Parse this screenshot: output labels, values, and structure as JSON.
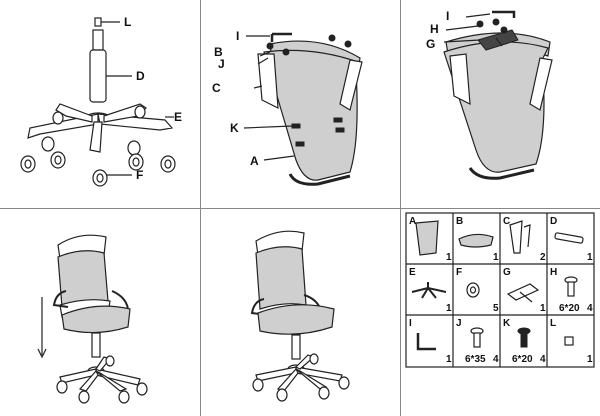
{
  "step1": {
    "labels": {
      "L": "L",
      "D": "D",
      "E": "E",
      "F": "F"
    }
  },
  "step2": {
    "labels": {
      "I": "I",
      "B": "B",
      "J": "J",
      "C": "C",
      "K": "K",
      "A": "A"
    }
  },
  "step3": {
    "labels": {
      "I": "I",
      "H": "H",
      "G": "G"
    }
  },
  "parts": [
    {
      "letter": "A",
      "qty": "1",
      "icon": "backrest-frame-icon"
    },
    {
      "letter": "B",
      "qty": "1",
      "icon": "seat-cushion-icon"
    },
    {
      "letter": "C",
      "qty": "2",
      "icon": "armrest-icon"
    },
    {
      "letter": "D",
      "qty": "1",
      "icon": "gas-cylinder-icon"
    },
    {
      "letter": "E",
      "qty": "1",
      "icon": "star-base-icon"
    },
    {
      "letter": "F",
      "qty": "5",
      "icon": "caster-wheel-icon"
    },
    {
      "letter": "G",
      "qty": "1",
      "icon": "tilt-mechanism-icon"
    },
    {
      "letter": "H",
      "qty": "4",
      "spec": "6*20",
      "icon": "screw-icon"
    },
    {
      "letter": "I",
      "qty": "1",
      "icon": "allen-key-icon"
    },
    {
      "letter": "J",
      "qty": "4",
      "spec": "6*35",
      "icon": "screw-icon"
    },
    {
      "letter": "K",
      "qty": "4",
      "spec": "6*20",
      "icon": "black-screw-icon"
    },
    {
      "letter": "L",
      "qty": "1",
      "icon": "cap-icon"
    }
  ]
}
